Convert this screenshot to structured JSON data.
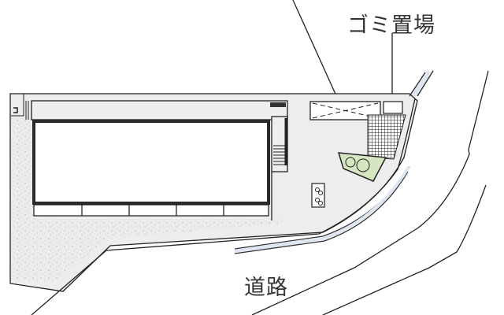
{
  "diagram": {
    "type": "site-plan",
    "labels": {
      "garbage_area": "ゴミ置場",
      "road": "道路"
    },
    "colors": {
      "line": "#222222",
      "site_fill": "#ededed",
      "gravel_fill": "#e6e6e6",
      "building_fill": "#ffffff",
      "planting_fill": "#d6e6c0",
      "sidewalk_fill": "#dde6f2",
      "grid_fill": "#ffffff"
    }
  }
}
